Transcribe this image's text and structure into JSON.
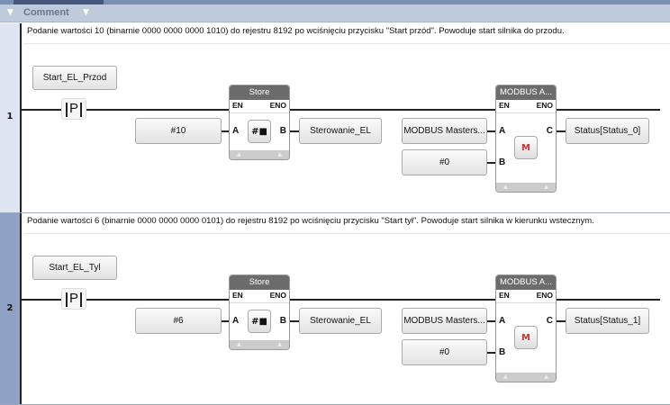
{
  "header": {
    "comment_label": "Comment"
  },
  "colors": {
    "rung_selected": "#8fa1c5",
    "rung_normal": "#dfe5f0",
    "block_header": "#6c6c6c"
  },
  "rungs": [
    {
      "number": "1",
      "selected": false,
      "comment": "Podanie wartości 10 (binarnie 0000 0000 0000 1010) do rejestru 8192 po wciśnięciu przycisku \"Start przód\". Powoduje start silnika do przodu.",
      "contact": {
        "variable": "Start_EL_Przod",
        "type": "P"
      },
      "store": {
        "title": "Store",
        "en": "EN",
        "eno": "ENO",
        "pin_a": "A",
        "pin_b": "B",
        "input": "#10",
        "output": "Sterowanie_EL"
      },
      "modbus": {
        "title": "MODBUS A...",
        "en": "EN",
        "eno": "ENO",
        "pin_a": "A",
        "pin_b": "B",
        "pin_c": "C",
        "input_a": "MODBUS Masters...",
        "input_b": "#0",
        "output_c": "Status[Status_0]"
      }
    },
    {
      "number": "2",
      "selected": true,
      "comment": "Podanie wartości 6 (binarnie 0000 0000 0000 0101) do rejestru 8192 po wciśnięciu przycisku \"Start tył\". Powoduje start silnika w kierunku wstecznym.",
      "contact": {
        "variable": "Start_EL_Tyl",
        "type": "P"
      },
      "store": {
        "title": "Store",
        "en": "EN",
        "eno": "ENO",
        "pin_a": "A",
        "pin_b": "B",
        "input": "#6",
        "output": "Sterowanie_EL"
      },
      "modbus": {
        "title": "MODBUS A...",
        "en": "EN",
        "eno": "ENO",
        "pin_a": "A",
        "pin_b": "B",
        "pin_c": "C",
        "input_a": "MODBUS Masters...",
        "input_b": "#0",
        "output_c": "Status[Status_1]"
      }
    }
  ]
}
